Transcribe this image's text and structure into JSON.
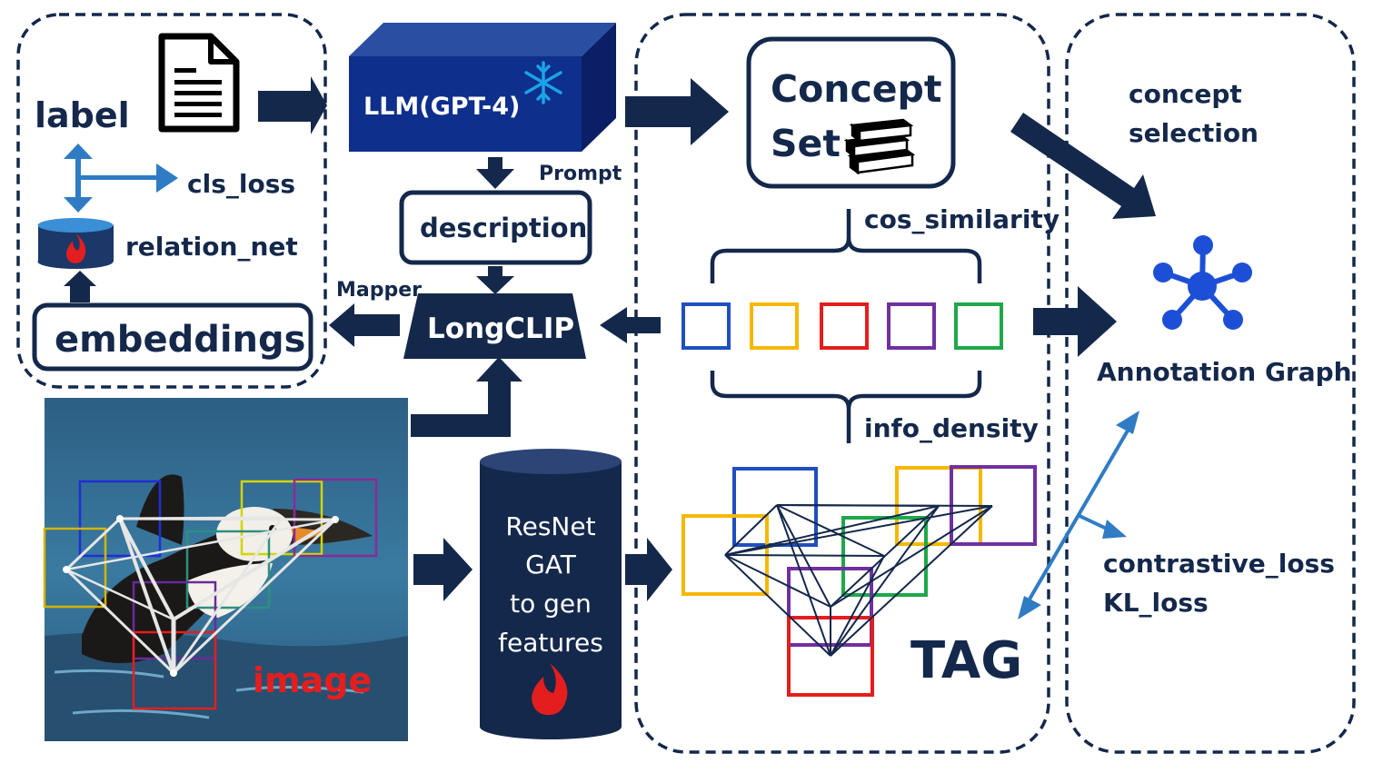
{
  "labels": {
    "label": "label",
    "cls_loss": "cls_loss",
    "relation_net": "relation_net",
    "embeddings": "embeddings",
    "llm": "LLM(GPT-4)",
    "prompt": "Prompt",
    "description": "description",
    "mapper": "Mapper",
    "longclip": "LongCLIP",
    "concept_line1": "Concept",
    "concept_line2": "Set",
    "cos_similarity": "cos_similarity",
    "info_density": "info_density",
    "concept_selection_line1": "concept",
    "concept_selection_line2": "selection",
    "annotation_graph": "Annotation Graph",
    "contrastive_loss": "contrastive_loss",
    "kl_loss": "KL_loss",
    "resnet_line1": "ResNet",
    "resnet_line2": "GAT",
    "resnet_line3": "to gen",
    "resnet_line4": "features",
    "image": "image",
    "tag": "TAG"
  },
  "icons": {
    "document": "document-icon",
    "snowflake": "snowflake-icon",
    "books": "books-icon",
    "flame": "flame-icon",
    "network": "network-graph-icon"
  },
  "colors": {
    "navy": "#14284b",
    "box_blue": "#1f4fbf",
    "box_yellow": "#f5b800",
    "box_red": "#e41e1e",
    "box_purple": "#7030a0",
    "box_green": "#1fa84a",
    "image_text": "#e41e1e",
    "snowflake": "#1aa3e8",
    "accent_blue": "#2f7cc4"
  }
}
